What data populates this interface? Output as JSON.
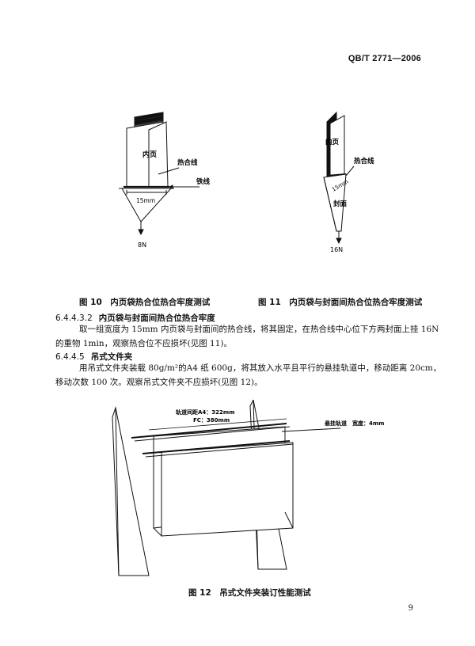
{
  "header": {
    "standard_code": "QB/T 2771—2006"
  },
  "figure10": {
    "label_inner_page": "内页",
    "label_heat_seal_line": "热合线",
    "label_iron_wire": "铁线",
    "label_width": "15mm",
    "label_force": "8N",
    "caption": "图 10　内页袋热合位热合牢度测试"
  },
  "figure11": {
    "label_inner_page": "内页",
    "label_heat_seal_line": "热合线",
    "label_width": "15mm",
    "label_cover": "封面",
    "label_force": "16N",
    "caption": "图 11　内页袋与封面间热合位热合牢度测试"
  },
  "section_6443_2": {
    "number": "6.4.4.3.2",
    "title": "内页袋与封面间热合位热合牢度",
    "paragraph_line1": "取一组宽度为 15mm 内页袋与封面间的热合线，将其固定，在热合线中心位下方两封面上挂 16N",
    "paragraph_line2": "的重物 1min，观察热合位不应损坏(见图 11)。"
  },
  "section_6445": {
    "number": "6.4.4.5",
    "title": "吊式文件夹",
    "paragraph_line1": "用吊式文件夹装载 80g/m²的A4 纸 600g，将其放入水平且平行的悬挂轨道中，移动距离 20cm，",
    "paragraph_line2": "移动次数 100 次。观察吊式文件夹不应损坏(见图 12)。"
  },
  "figure12": {
    "label_track_spacing_a4": "轨道间距A4：322mm",
    "label_track_spacing_fc": "FC：380mm",
    "label_hanging_track": "悬挂轨道　宽度：4mm",
    "caption": "图 12　吊式文件夹装订性能测试"
  },
  "footer": {
    "page_number": "9"
  }
}
